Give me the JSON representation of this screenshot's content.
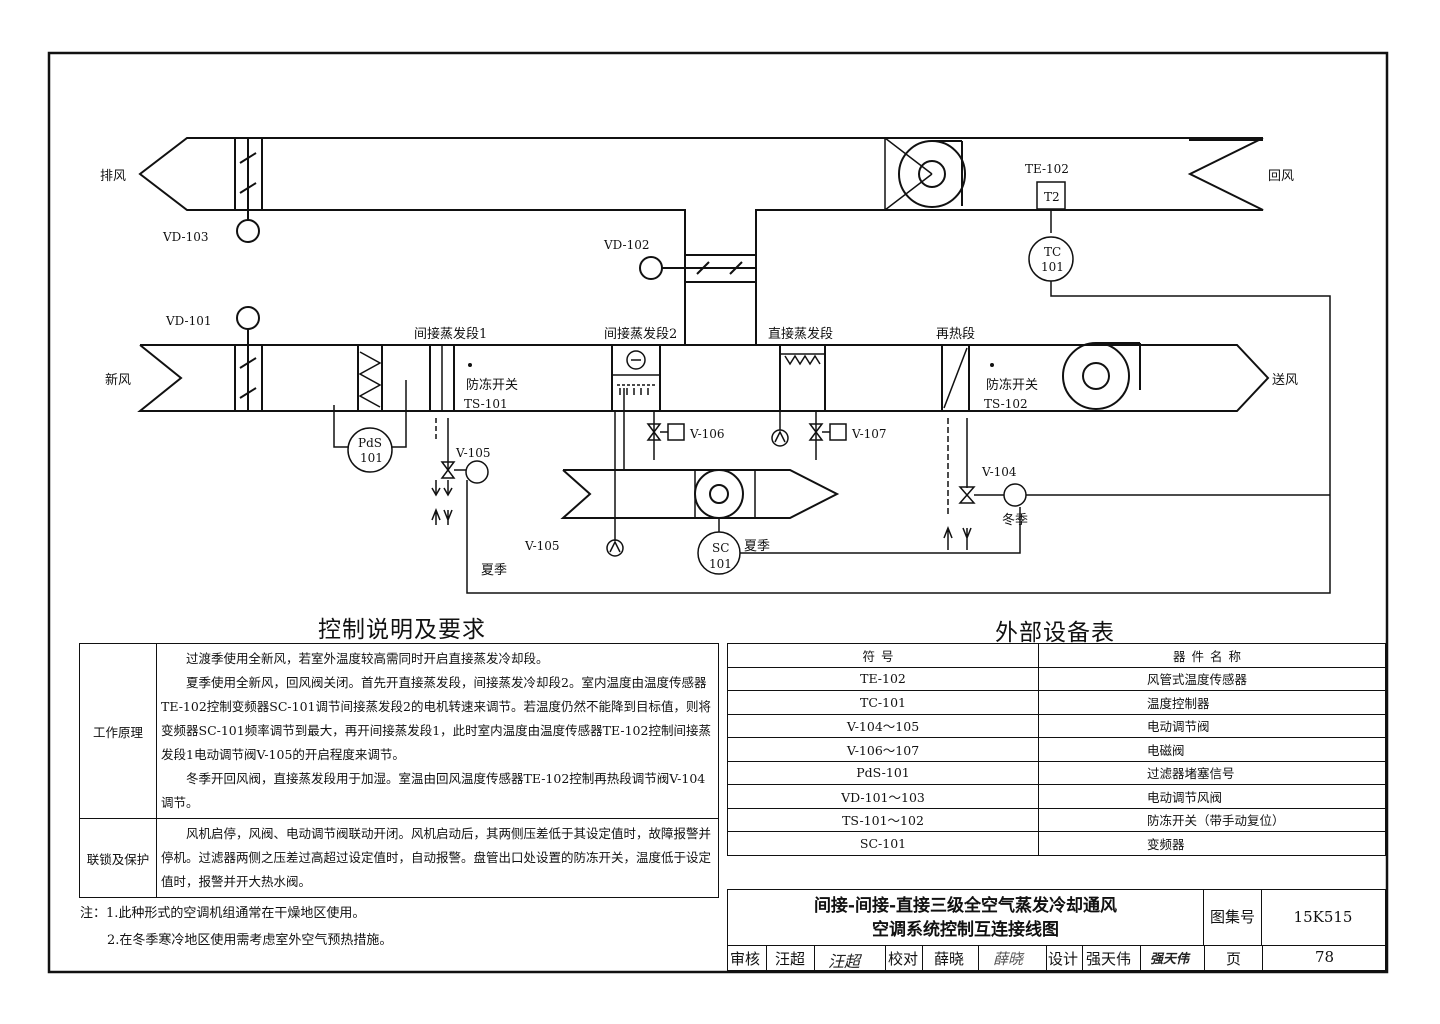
{
  "diagram": {
    "labels": {
      "exhaust": "排风",
      "return": "回风",
      "fresh": "新风",
      "supply": "送风",
      "vd103": "VD-103",
      "vd102": "VD-102",
      "vd101": "VD-101",
      "te102": "TE-102",
      "t2": "T2",
      "tc_a": "TC",
      "tc_b": "101",
      "sec_indirect1": "间接蒸发段1",
      "sec_indirect2": "间接蒸发段2",
      "sec_direct": "直接蒸发段",
      "sec_reheat": "再热段",
      "antifreeze1": "防冻开关",
      "ts101": "TS-101",
      "antifreeze2": "防冻开关",
      "ts102": "TS-102",
      "pds_a": "PdS",
      "pds_b": "101",
      "v105": "V-105",
      "v105b": "V-105",
      "v106": "V-106",
      "v107": "V-107",
      "v104": "V-104",
      "winter": "冬季",
      "summer1": "夏季",
      "summer2": "夏季",
      "sc_a": "SC",
      "sc_b": "101"
    }
  },
  "control": {
    "title": "控制说明及要求",
    "rows": [
      {
        "label": "工作原理",
        "paragraphs": [
          "过渡季使用全新风，若室外温度较高需同时开启直接蒸发冷却段。",
          "夏季使用全新风，回风阀关闭。首先开直接蒸发段，间接蒸发冷却段2。室内温度由温度传感器TE-102控制变频器SC-101调节间接蒸发段2的电机转速来调节。若温度仍然不能降到目标值，则将变频器SC-101频率调节到最大，再开间接蒸发段1，此时室内温度由温度传感器TE-102控制间接蒸发段1电动调节阀V-105的开启程度来调节。",
          "冬季开回风阀，直接蒸发段用于加湿。室温由回风温度传感器TE-102控制再热段调节阀V-104调节。"
        ]
      },
      {
        "label": "联锁及保护",
        "paragraphs": [
          "风机启停，风阀、电动调节阀联动开闭。风机启动后，其两侧压差低于其设定值时，故障报警并停机。过滤器两侧之压差过高超过设定值时，自动报警。盘管出口处设置的防冻开关，温度低于设定值时，报警并开大热水阀。"
        ]
      }
    ]
  },
  "equipment": {
    "title": "外部设备表",
    "header": {
      "symbol": "符号",
      "name": "器件名称"
    },
    "rows": [
      {
        "symbol": "TE-102",
        "name": "风管式温度传感器"
      },
      {
        "symbol": "TC-101",
        "name": "温度控制器"
      },
      {
        "symbol": "V-104～105",
        "name": "电动调节阀"
      },
      {
        "symbol": "V-106～107",
        "name": "电磁阀"
      },
      {
        "symbol": "PdS-101",
        "name": "过滤器堵塞信号"
      },
      {
        "symbol": "VD-101～103",
        "name": "电动调节风阀"
      },
      {
        "symbol": "TS-101～102",
        "name": "防冻开关（带手动复位）"
      },
      {
        "symbol": "SC-101",
        "name": "变频器"
      }
    ]
  },
  "notes": [
    "注：1.此种形式的空调机组通常在干燥地区使用。",
    "2.在冬季寒冷地区使用需考虑室外空气预热措施。"
  ],
  "title_block": {
    "title_line1": "间接-间接-直接三级全空气蒸发冷却通风",
    "title_line2": "空调系统控制互连接线图",
    "atlas_label": "图集号",
    "atlas_no": "15K515",
    "review_label": "审核",
    "reviewer": "汪超",
    "reviewer_sig": "汪超",
    "check_label": "校对",
    "checker": "薛晓",
    "checker_sig": "薛晓",
    "design_label": "设计",
    "designer": "强天伟",
    "designer_sig": "强天伟",
    "page_label": "页",
    "page_no": "78"
  }
}
